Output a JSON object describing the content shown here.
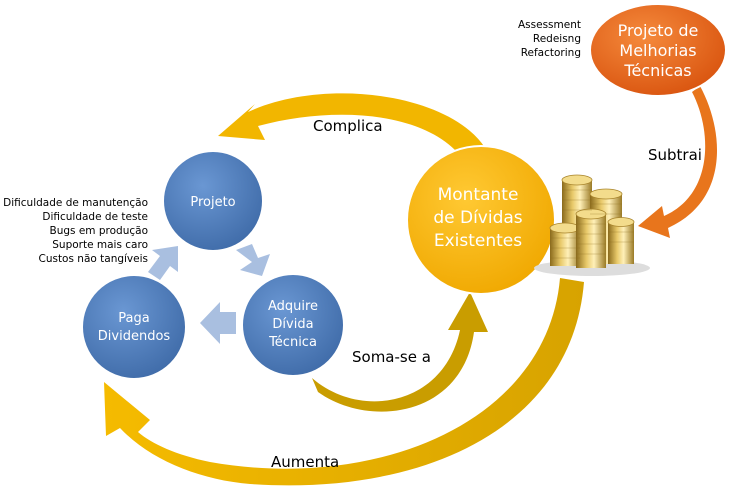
{
  "nodes": {
    "projeto": [
      "Projeto"
    ],
    "adquire": [
      "Adquire",
      "Dívida",
      "Técnica"
    ],
    "paga": [
      "Paga",
      "Dividendos"
    ],
    "montante": [
      "Montante",
      "de Dívidas",
      "Existentes"
    ],
    "melhorias": [
      "Projeto de",
      "Melhorias",
      "Técnicas"
    ]
  },
  "labels": {
    "complica": "Complica",
    "soma": "Soma-se a",
    "aumenta": "Aumenta",
    "subtrai": "Subtrai"
  },
  "problems": [
    "Dificuldade de manutenção",
    "Dificuldade de teste",
    "Bugs em produção",
    "Suporte  mais caro",
    "Custos não tangíveis"
  ],
  "activities": [
    "Assessment",
    "Redeisng",
    "Refactoring"
  ],
  "colors": {
    "blue_node": "#4f7ebd",
    "yellow_node": "#f7b500",
    "orange_node": "#e8641a",
    "yellow_arrow": "#f5bb00",
    "dark_yellow_arrow": "#c9a000",
    "light_blue_arrow": "#a9bfe0",
    "orange_arrow": "#e87a1e"
  },
  "icons": {
    "coins": "coin-stack-icon"
  }
}
